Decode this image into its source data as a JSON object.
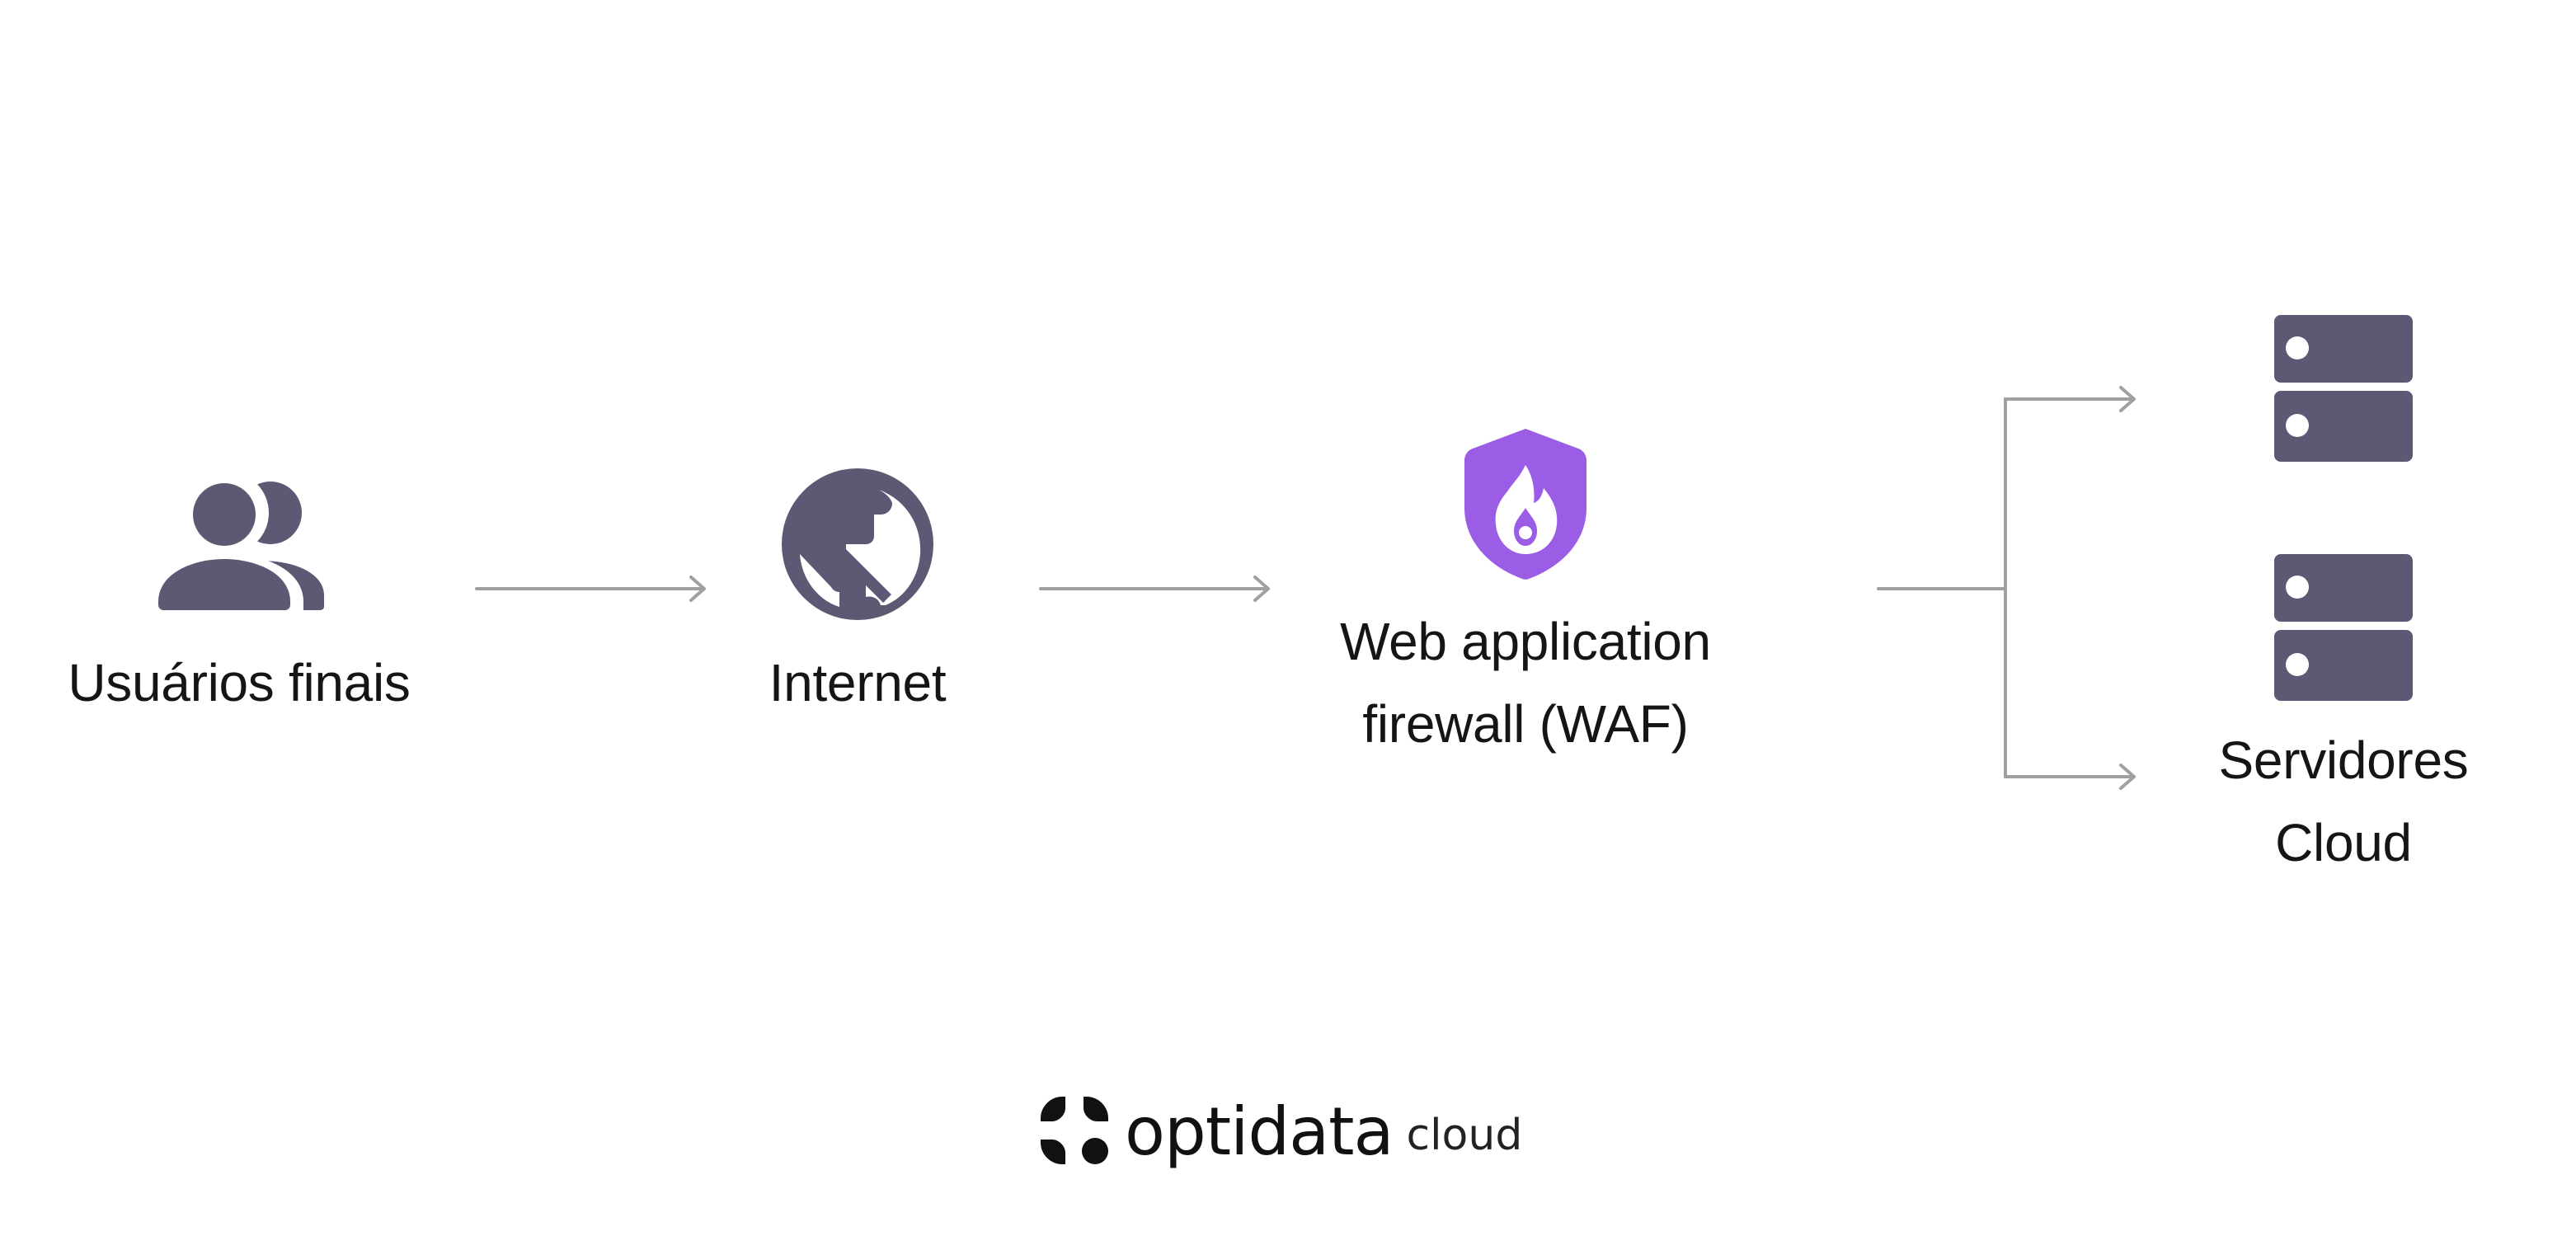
{
  "diagram": {
    "nodes": [
      {
        "id": "end-users",
        "label": "Usuários finais",
        "icon": "users-icon"
      },
      {
        "id": "internet",
        "label": "Internet",
        "icon": "globe-icon"
      },
      {
        "id": "waf",
        "label": "Web application\nfirewall (WAF)",
        "icon": "shield-flame-icon"
      },
      {
        "id": "cloud-servers",
        "label": "Servidores\nCloud",
        "icon": "server-icon"
      }
    ],
    "edges": [
      {
        "from": "end-users",
        "to": "internet"
      },
      {
        "from": "internet",
        "to": "waf"
      },
      {
        "from": "waf",
        "to": "cloud-servers",
        "branch": "top"
      },
      {
        "from": "waf",
        "to": "cloud-servers",
        "branch": "bottom"
      }
    ]
  },
  "colors": {
    "icon": "#5d5874",
    "accent": "#9b5de5",
    "connector": "#a0a0a0",
    "text": "#151515"
  },
  "logo": {
    "brand": "optidata",
    "suffix": "cloud",
    "icon": "optidata-logo-mark"
  }
}
